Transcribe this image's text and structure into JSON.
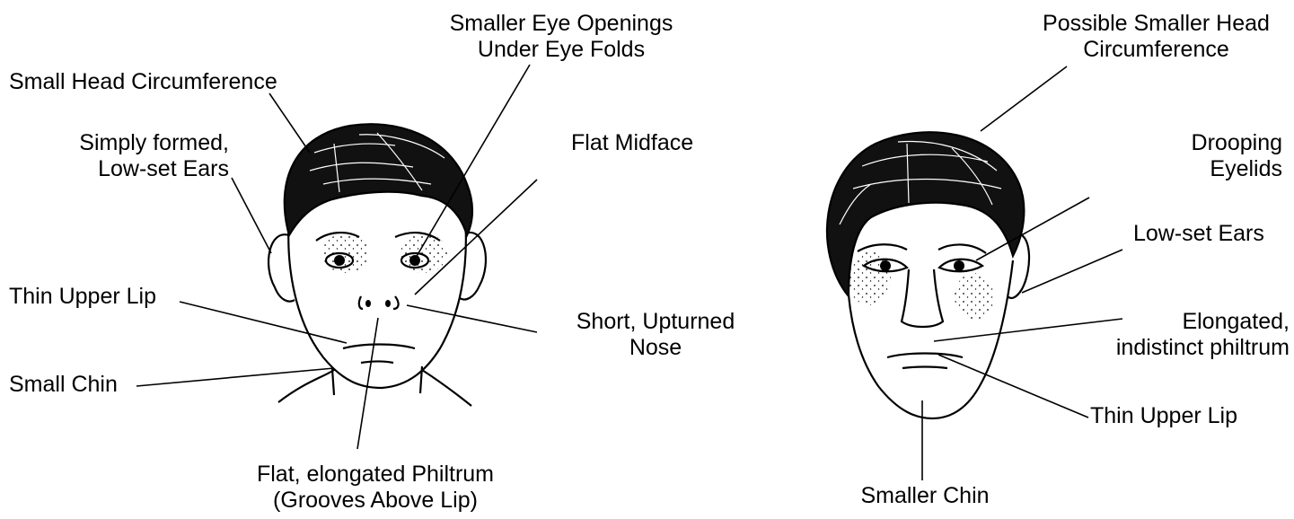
{
  "left_labels": {
    "small_head": "Small Head Circumference",
    "eye_openings": "Smaller Eye Openings\nUnder Eye Folds",
    "ears": "Simply formed,\nLow-set Ears",
    "midface": "Flat Midface",
    "upper_lip": "Thin Upper Lip",
    "nose": "Short, Upturned\nNose",
    "chin": "Small Chin",
    "philtrum": "Flat, elongated Philtrum\n(Grooves Above Lip)"
  },
  "right_labels": {
    "head": "Possible Smaller Head\nCircumference",
    "eyelids": "Drooping\nEyelids",
    "ears": "Low-set Ears",
    "philtrum": "Elongated,\nindistinct philtrum",
    "upper_lip": "Thin Upper Lip",
    "chin": "Smaller Chin"
  }
}
